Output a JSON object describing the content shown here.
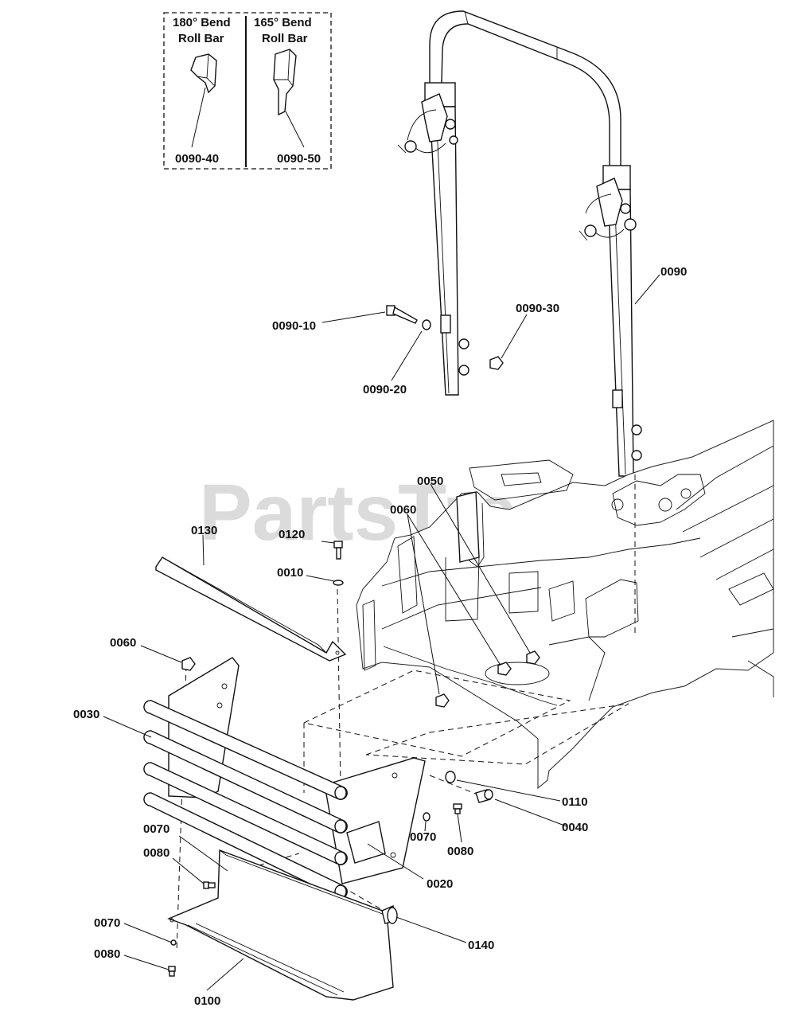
{
  "watermark": "PartsTree",
  "inset": {
    "left_title_line1": "180° Bend",
    "left_title_line2": "Roll Bar",
    "right_title_line1": "165° Bend",
    "right_title_line2": "Roll Bar",
    "left_part": "0090-40",
    "right_part": "0090-50"
  },
  "callouts": {
    "c0090": "0090",
    "c0090_10": "0090-10",
    "c0090_20": "0090-20",
    "c0090_30": "0090-30",
    "c0050": "0050",
    "c0060_top": "0060",
    "c0130": "0130",
    "c0120": "0120",
    "c0010": "0010",
    "c0060_left": "0060",
    "c0030": "0030",
    "c0110": "0110",
    "c0040": "0040",
    "c0070_mid": "0070",
    "c0080_mid": "0080",
    "c0020": "0020",
    "c0070_left": "0070",
    "c0080_left": "0080",
    "c0140": "0140",
    "c0070_bottom": "0070",
    "c0080_bottom": "0080",
    "c0100": "0100"
  }
}
